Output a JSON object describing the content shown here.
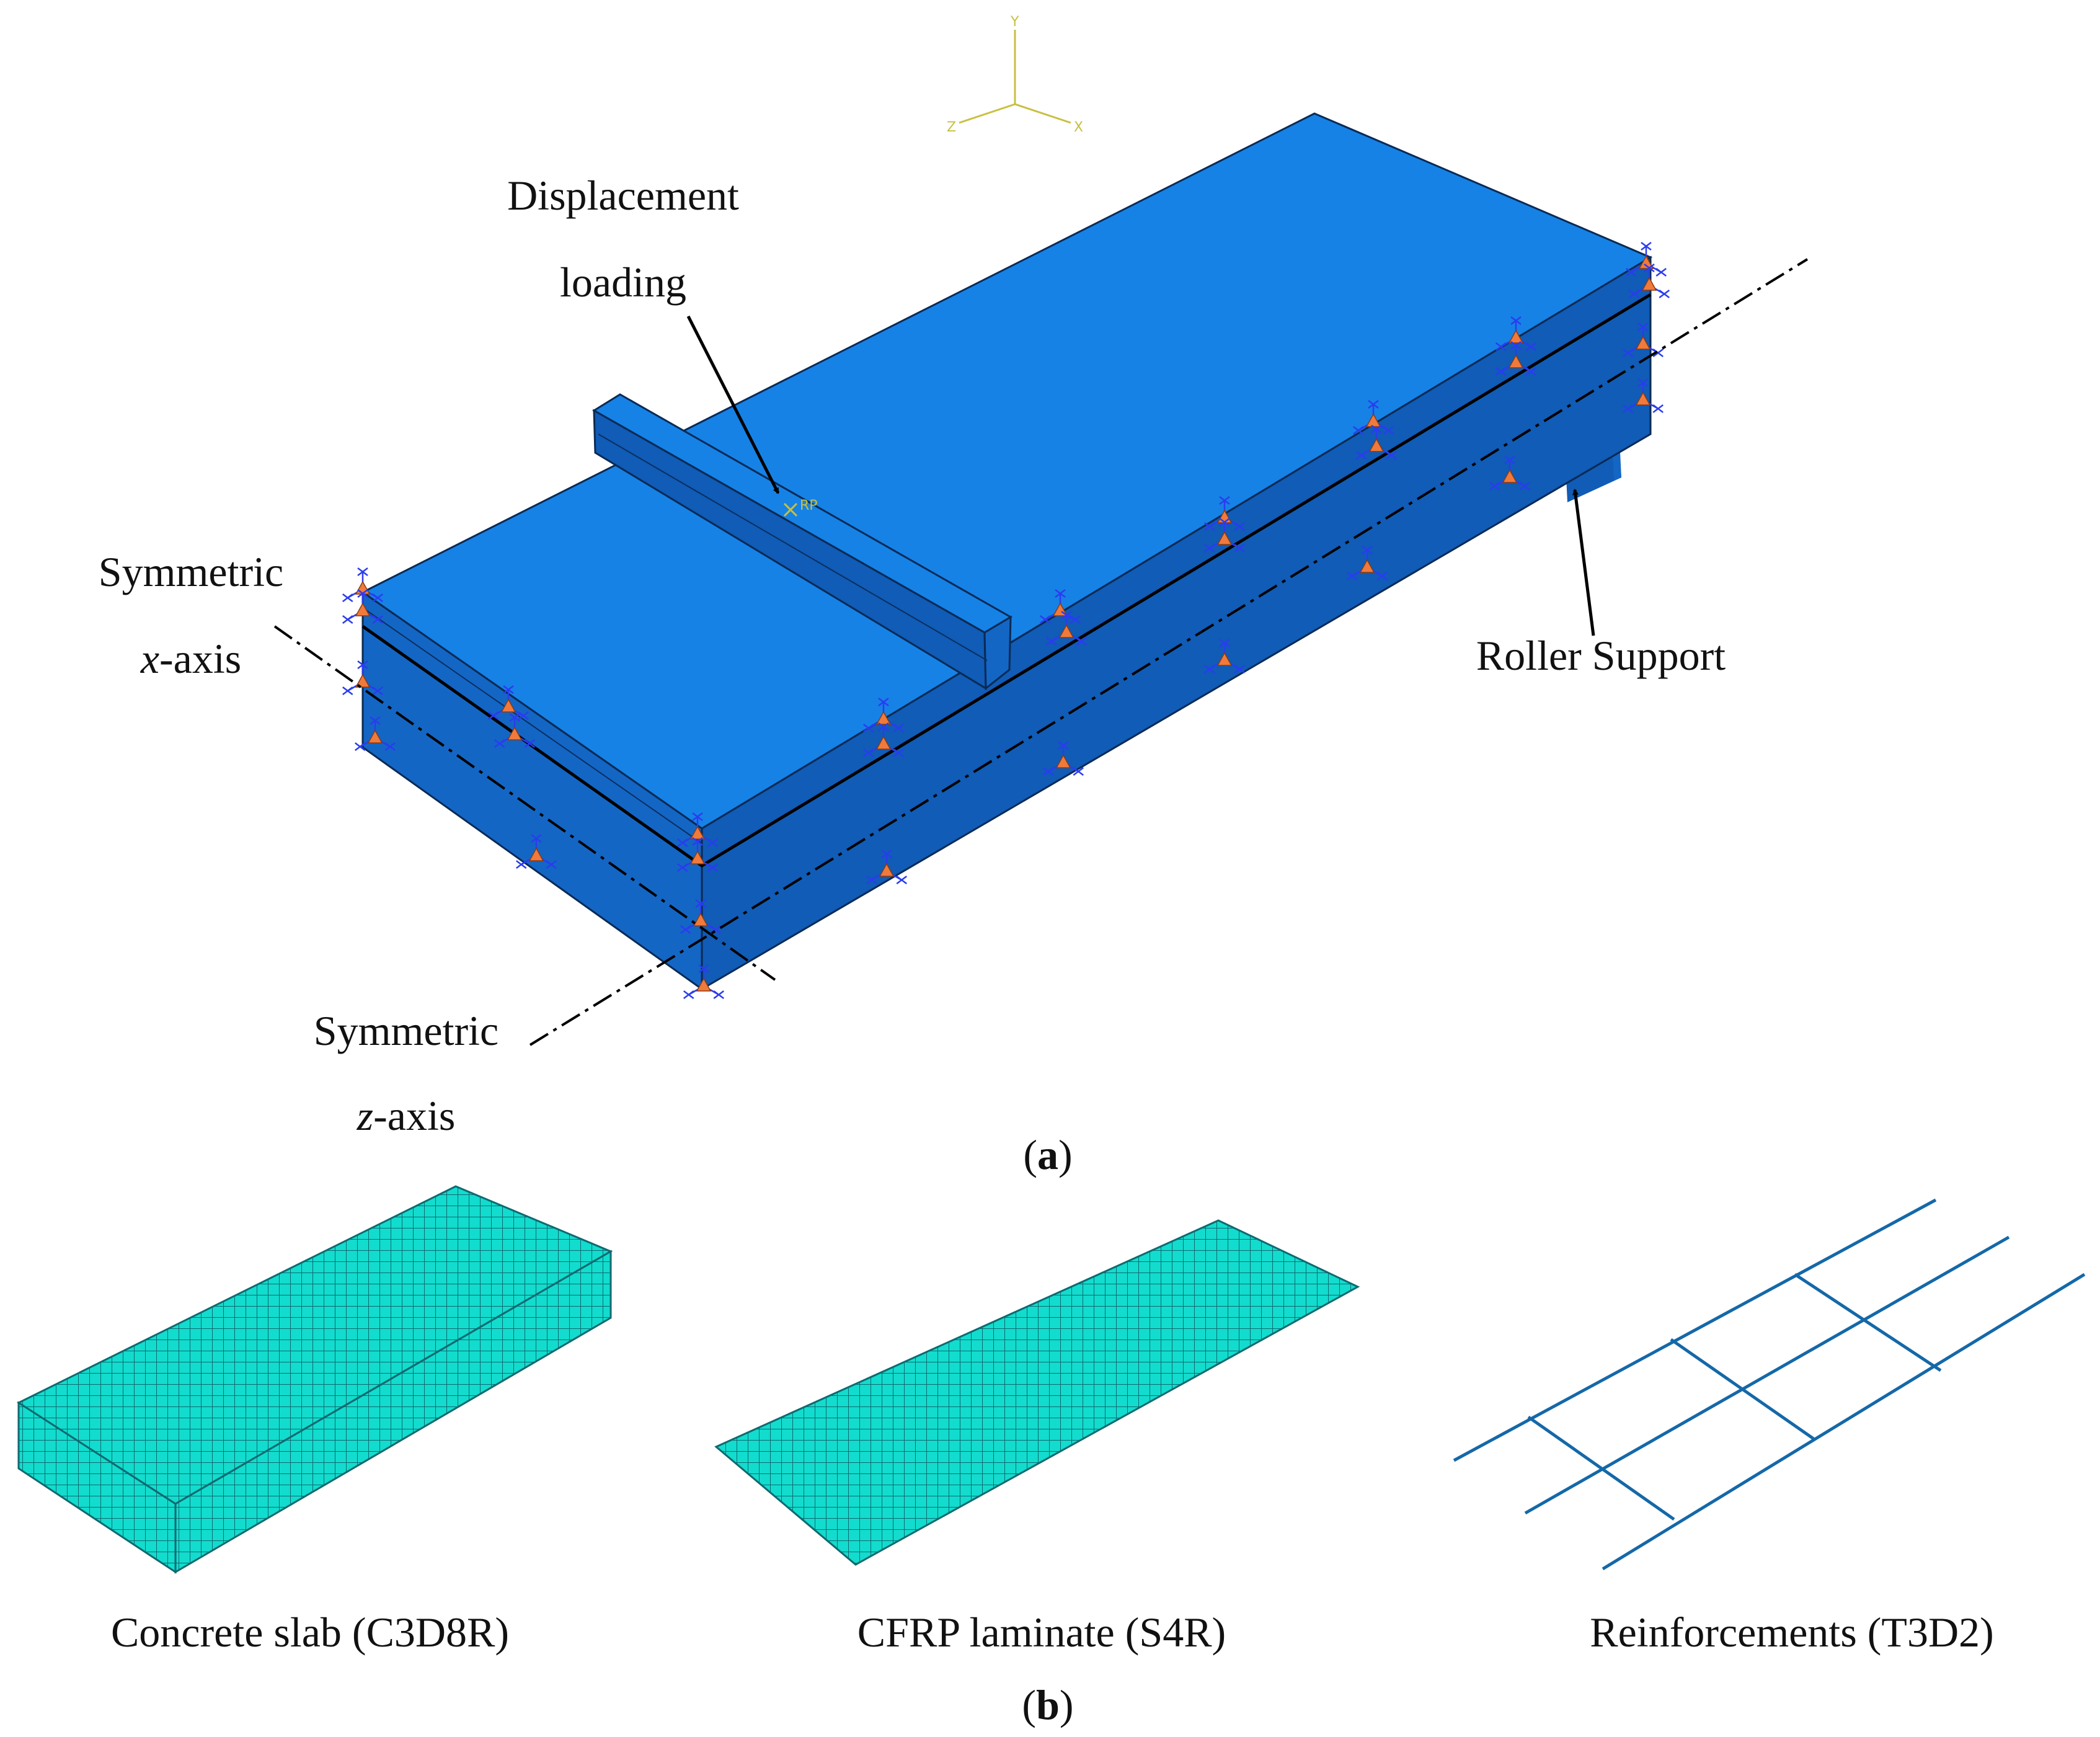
{
  "colors": {
    "top_face": "#1682e6",
    "side_front": "#1466c4",
    "side_long": "#105cb6",
    "edge": "#0a2a55",
    "mesh_fill": "#12dccd",
    "mesh_line": "#0e6a70",
    "rebar": "#1468a8",
    "bc_orange": "#f07a3c",
    "bc_blue": "#2a3cf0",
    "triad": "#c8c040"
  },
  "triad": {
    "y": "Y",
    "z": "Z",
    "x": "X"
  },
  "reference_point": "RP",
  "annotations": {
    "displacement_line1": "Displacement",
    "displacement_line2": "loading",
    "symmetric_x_line1": "Symmetric",
    "symmetric_x_line2_italic": "x",
    "symmetric_x_line2_rest": "-axis",
    "roller_support": "Roller Support",
    "symmetric_z_line1": "Symmetric",
    "symmetric_z_line2_italic": "z",
    "symmetric_z_line2_rest": "-axis"
  },
  "panel_a": {
    "open": "(",
    "letter": "a",
    "close": ")"
  },
  "panel_b": {
    "open": "(",
    "letter": "b",
    "close": ")",
    "items": [
      "Concrete slab (C3D8R)",
      "CFRP laminate (S4R)",
      "Reinforcements (T3D2)"
    ]
  }
}
